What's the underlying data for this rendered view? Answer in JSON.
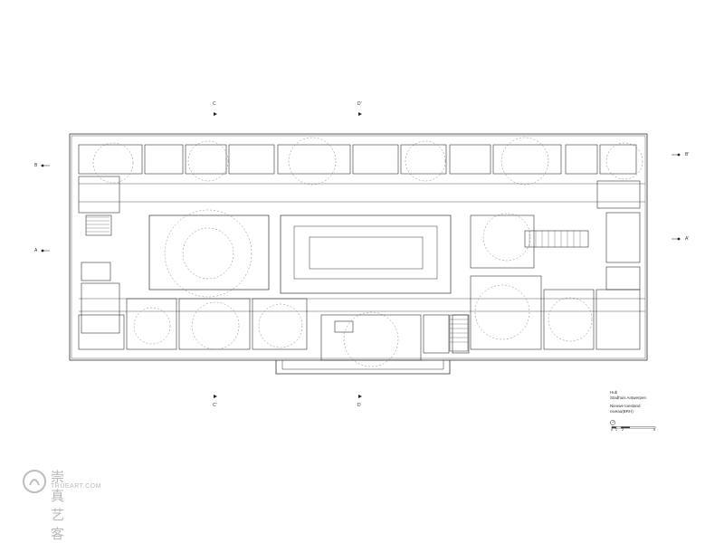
{
  "section_markers": {
    "c_top": "C",
    "d_top": "D'",
    "c_bottom": "C'",
    "d_bottom": "D",
    "b_left": "B",
    "b_right": "B'",
    "a_left": "A",
    "a_right": "A'"
  },
  "legend": {
    "line1": "Hub",
    "line2": "Stadhuis Antwerpen",
    "line3": "Nieuwe toestand",
    "line4": "niveau(BRH)"
  },
  "scale_labels": [
    "0",
    "1",
    "2",
    "5"
  ],
  "watermark": {
    "title": "崇真艺客",
    "subtitle": "TRUEART.COM"
  }
}
